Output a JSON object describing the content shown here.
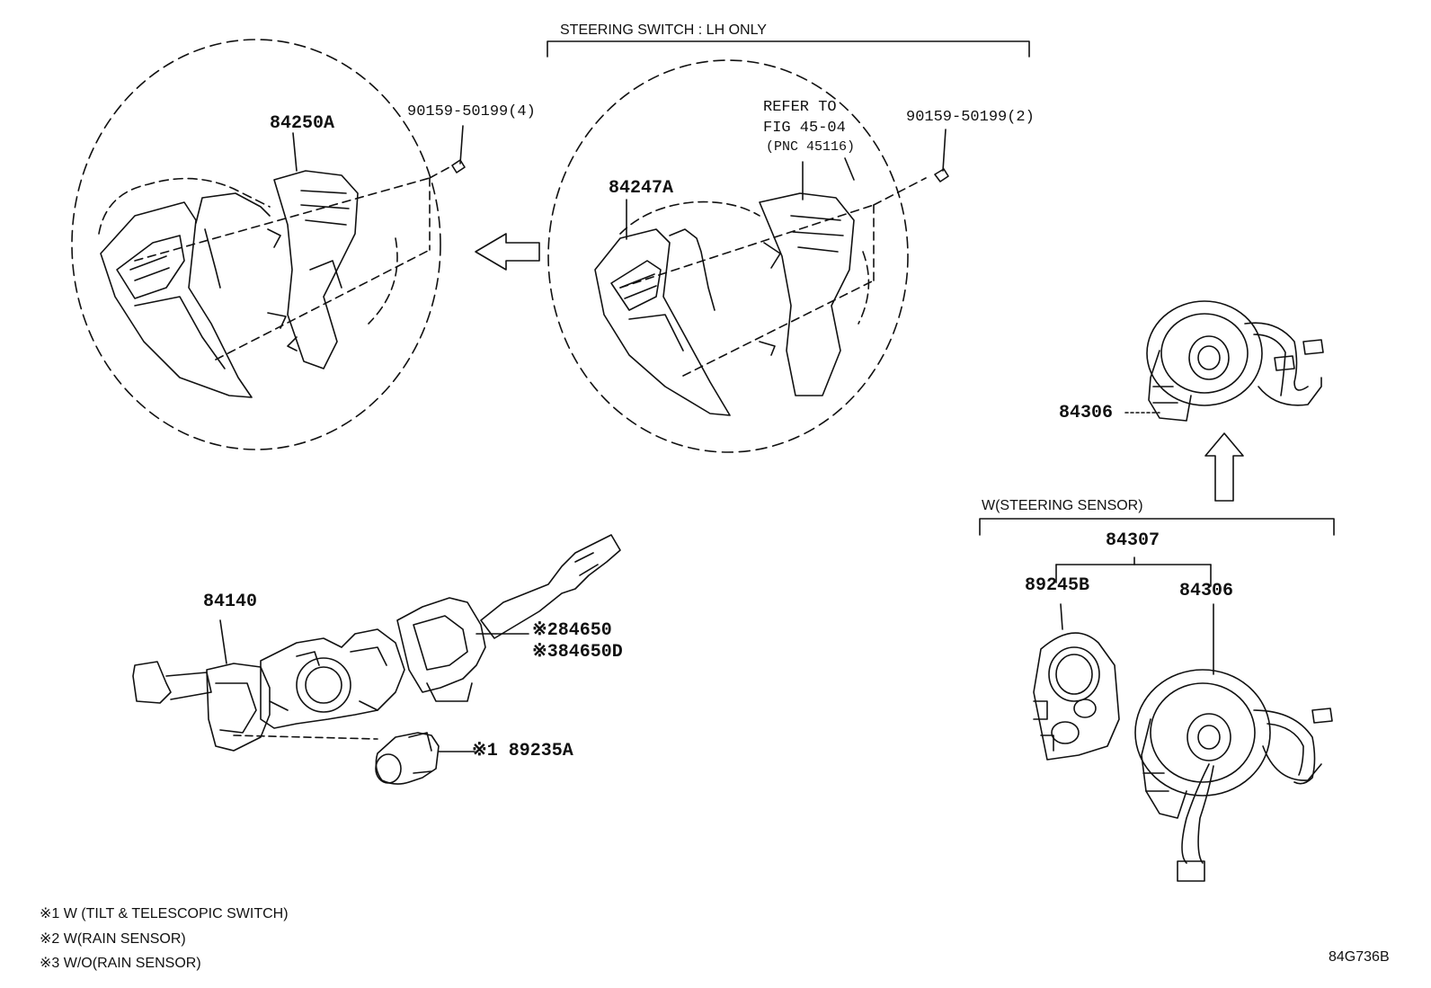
{
  "group_labels": {
    "steering_switch_lh_only": "STEERING SWITCH : LH ONLY",
    "w_steering_sensor": "W(STEERING SENSOR)"
  },
  "parts": {
    "p84250A": "84250A",
    "bolt_left": "90159-50199(4)",
    "p84247A": "84247A",
    "refer_line1": "REFER TO",
    "refer_line2": "FIG 45-04",
    "refer_line3": "(PNC 45116)",
    "bolt_right": "90159-50199(2)",
    "p84306_top": "84306",
    "p84307": "84307",
    "p89245B": "89245B",
    "p84306_bottom": "84306",
    "p84140": "84140",
    "p84650": "※284650",
    "p84650D": "※384650D",
    "p89235A": "※1 89235A"
  },
  "notes": [
    "※1 W (TILT & TELESCOPIC SWITCH)",
    "※2 W(RAIN SENSOR)",
    "※3 W/O(RAIN SENSOR)"
  ],
  "figure_code": "84G736B"
}
